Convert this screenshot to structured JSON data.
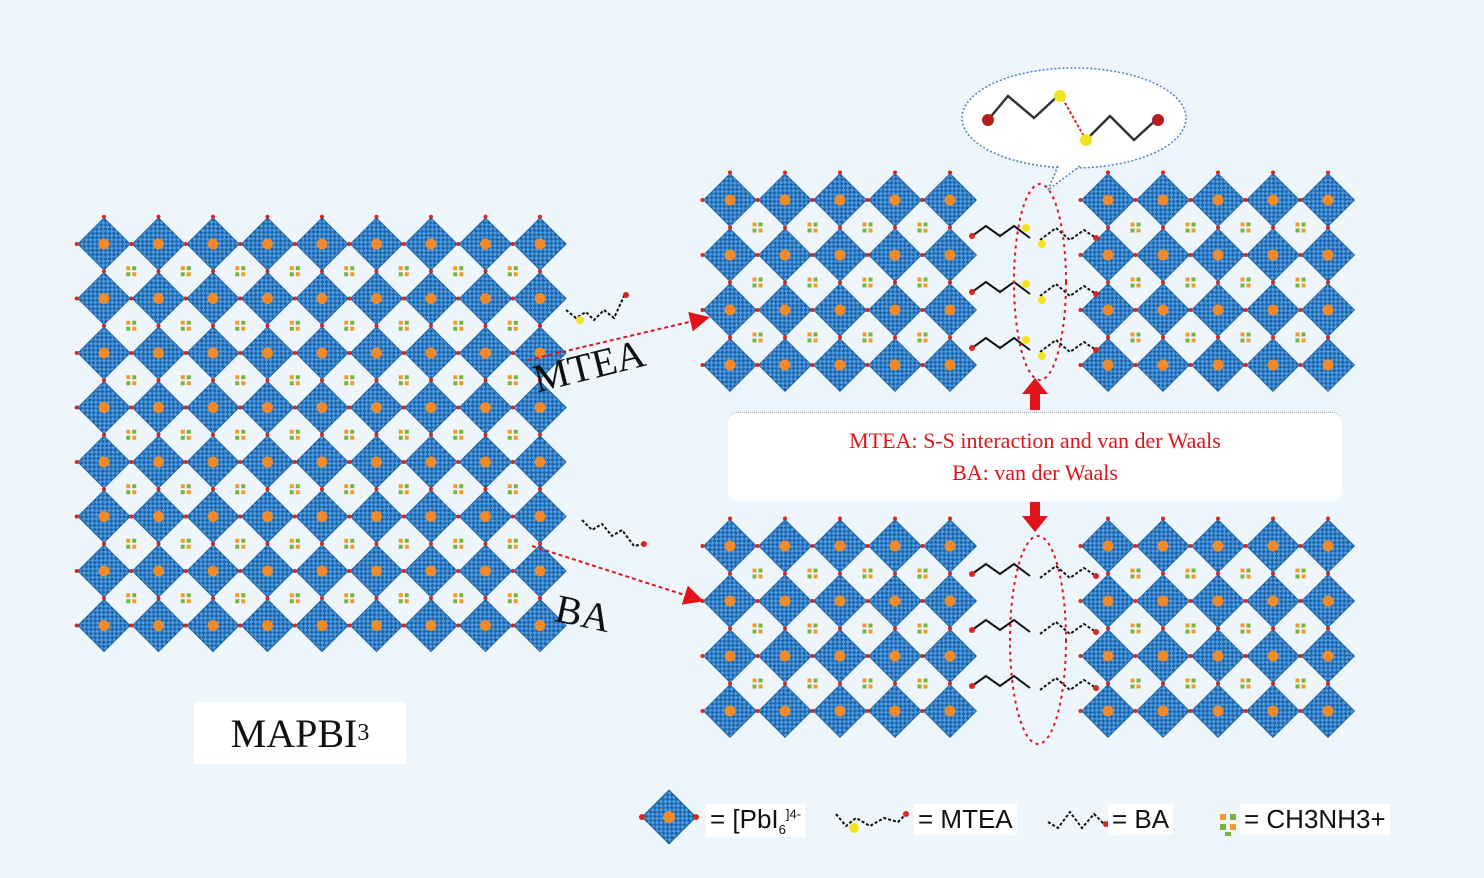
{
  "labels": {
    "mapbi_main": "MAPBI",
    "mapbi_sub": "3",
    "mtea_arrow": "MTEA",
    "ba_arrow": "BA",
    "interaction_line1": "MTEA: S-S interaction and van der Waals",
    "interaction_line2": "BA: van der Waals"
  },
  "legend": {
    "pbi_prefix": "= [PbI",
    "pbi_sub": "6",
    "pbi_sup": "]4-",
    "mtea": "= MTEA",
    "ba": "= BA",
    "ch3nh3": "= CH3NH3+"
  },
  "colors": {
    "octahedron": "#3a8fd6",
    "octahedron_dark": "#1b5e9e",
    "lead_atom": "#f08a2a",
    "iodine_atom": "#d7261e",
    "sulfur_atom": "#f2e423",
    "arrow_red": "#e0141a",
    "ch3nh3_green": "#7ab33b",
    "ch3nh3_orange": "#f29a2e",
    "bubble_outline": "#4a7fc8",
    "chain_black": "#111111"
  },
  "icons": [
    "pbi6-octahedron-icon",
    "mtea-molecule-icon",
    "ba-molecule-icon",
    "ch3nh3-cation-icon",
    "red-arrow-icon"
  ]
}
